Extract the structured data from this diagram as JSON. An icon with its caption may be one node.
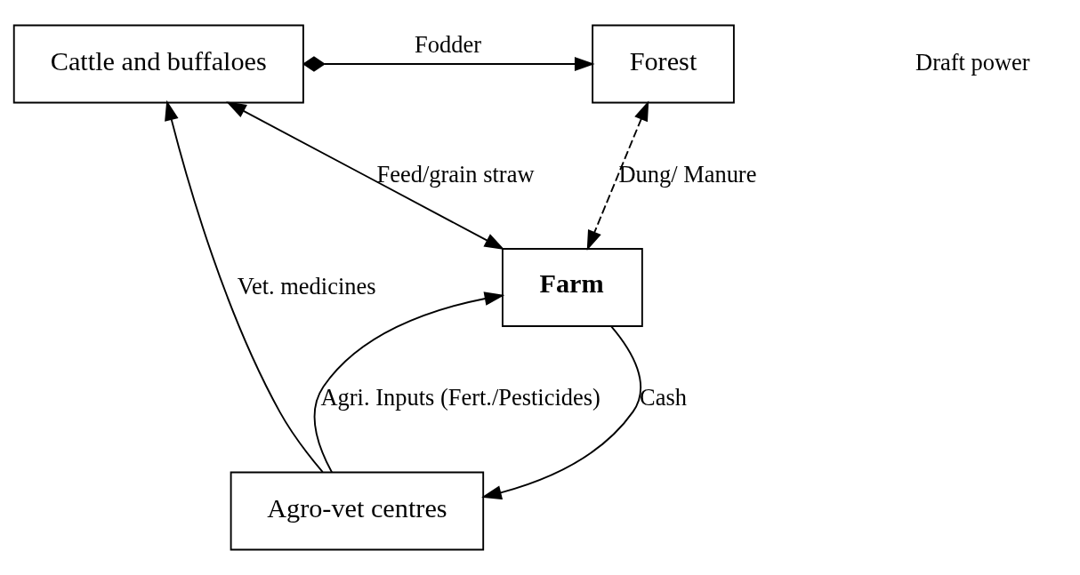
{
  "diagram": {
    "nodes": [
      {
        "text": [
          "Cattle and buffaloes"
        ]
      },
      {
        "text": [
          "Forest"
        ]
      },
      {
        "text": [
          "Farm"
        ]
      },
      {
        "text": [
          "Agro-vet centres"
        ]
      }
    ],
    "edges": [
      {
        "from": 0,
        "to": 1,
        "arrow": "to",
        "label": "Fodder"
      },
      {
        "from": 0,
        "to": 2,
        "arrow": "both",
        "label": "Feed/grain straw"
      },
      {
        "from": 3,
        "to": 0,
        "arrow": "to",
        "label": "Vet. medicines"
      },
      {
        "from": 1,
        "to": 2,
        "arrow": "both",
        "label": "Dung/ Manure",
        "style": "dashed"
      },
      {
        "from": 2,
        "to": 3,
        "arrow": "to",
        "label": "Cash"
      },
      {
        "from": 3,
        "to": 2,
        "arrow": "to",
        "label": "Agri. Inputs (Fert./Pesticides)"
      }
    ],
    "labels": [
      "Draft power"
    ]
  }
}
